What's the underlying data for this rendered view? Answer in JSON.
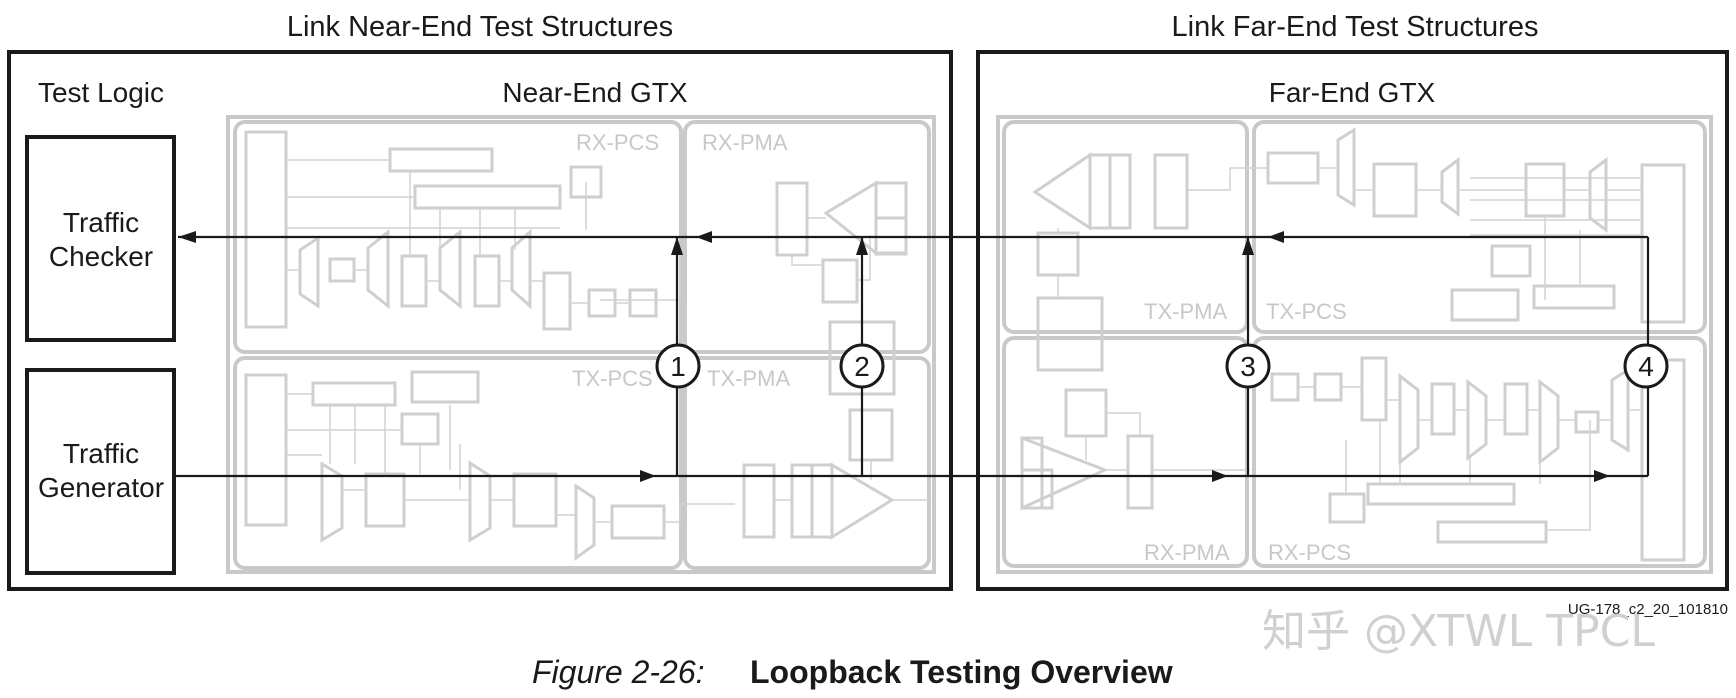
{
  "titles": {
    "near_end": "Link Near-End Test Structures",
    "far_end": "Link Far-End Test Structures"
  },
  "near": {
    "test_logic": "Test Logic",
    "gtx": "Near-End GTX",
    "checker": [
      "Traffic",
      "Checker"
    ],
    "generator": [
      "Traffic",
      "Generator"
    ],
    "rx_pcs": "RX-PCS",
    "rx_pma": "RX-PMA",
    "tx_pcs": "TX-PCS",
    "tx_pma": "TX-PMA"
  },
  "far": {
    "gtx": "Far-End GTX",
    "tx_pma": "TX-PMA",
    "tx_pcs": "TX-PCS",
    "rx_pma": "RX-PMA",
    "rx_pcs": "RX-PCS"
  },
  "loopbacks": [
    "1",
    "2",
    "3",
    "4"
  ],
  "doc_id": "UG-178_c2_20_101810",
  "watermark": "知乎 @XTWL TPCL",
  "caption": {
    "number": "Figure 2-26:",
    "title": "Loopback Testing Overview"
  }
}
